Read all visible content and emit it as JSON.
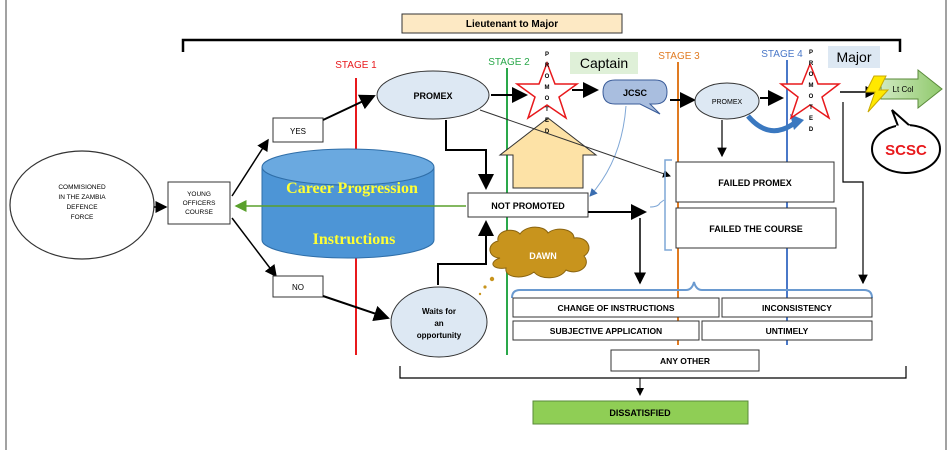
{
  "title": "Lieutenant to Major",
  "stages": [
    "STAGE 1",
    "STAGE 2",
    "STAGE 3",
    "STAGE 4"
  ],
  "start": [
    "COMMISIONED",
    "IN THE ZAMBIA",
    "DEFENCE",
    "FORCE"
  ],
  "young_officers": [
    "YOUNG",
    "OFFICERS",
    "COURSE"
  ],
  "yes": "YES",
  "no": "NO",
  "promex": "PROMEX",
  "promex_small": "PROMEX",
  "jcsc": "JCSC",
  "captain": "Captain",
  "major": "Major",
  "lt_col": "Lt Col",
  "scsc": "SCSC",
  "promoted": [
    "P",
    "R",
    "O",
    "M",
    "O",
    "T",
    "E",
    "D"
  ],
  "career": [
    "Career Progression",
    "Instructions"
  ],
  "not_promoted": "NOT PROMOTED",
  "dawn": "DAWN",
  "waits": [
    "Waits for",
    "an",
    "opportunity"
  ],
  "failed_promex": "FAILED PROMEX",
  "failed_course": "FAILED THE COURSE",
  "change_instructions": "CHANGE OF INSTRUCTIONS",
  "inconsistency": "INCONSISTENCY",
  "subjective": "SUBJECTIVE APPLICATION",
  "untimely": "UNTIMELY",
  "any_other": "ANY OTHER",
  "dissatisfied": "DISSATISFIED",
  "colors": {
    "stage1": "#e8191c",
    "stage2": "#2aa84a",
    "stage3": "#e07b22",
    "stage4": "#4a78c8",
    "bubble": "#dde8f3",
    "cylinder": "#4d95d6",
    "career_text": "#ffff33",
    "title_fill": "#fde9c4",
    "dissatisfied_fill": "#8fce55",
    "dawn_fill": "#c8941d",
    "scsc_text": "#e8191c"
  }
}
